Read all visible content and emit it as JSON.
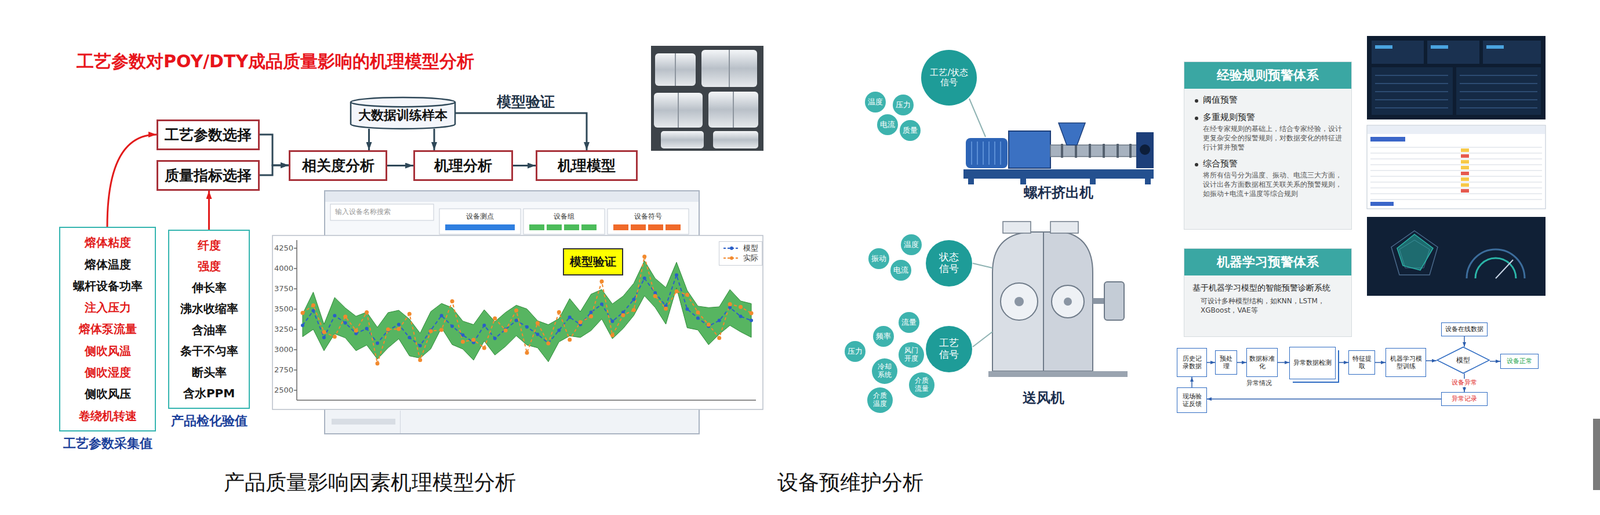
{
  "diagram": {
    "title": "工艺参数对POY/DTY成品质量影响的机理模型分析",
    "nodes": [
      {
        "text": [
          "工艺参数选择"
        ]
      },
      {
        "text": [
          "质量指标选择"
        ]
      },
      {
        "text": [
          "大数据训练样本"
        ]
      },
      {
        "text": [
          "相关度分析"
        ]
      },
      {
        "text": [
          "机理分析"
        ]
      },
      {
        "text": [
          "机理模型"
        ]
      },
      {
        "text": [
          "熔体粘度",
          "熔体温度",
          "螺杆设备功率",
          "注入压力",
          "熔体泵流量",
          "侧吹风温",
          "侧吹湿度",
          "侧吹风压",
          "卷绕机转速",
          "工艺参数采集值"
        ]
      },
      {
        "text": [
          "纤度",
          "强度",
          "伸长率",
          "沸水收缩率",
          "含油率",
          "条干不匀率",
          "断头率",
          "含水PPM",
          "产品检化验值"
        ]
      },
      {
        "text": [
          "模型验证"
        ]
      },
      {
        "text": [
          "工艺/状态信号"
        ]
      },
      {
        "text": [
          "温度"
        ]
      },
      {
        "text": [
          "压力"
        ]
      },
      {
        "text": [
          "电流"
        ]
      },
      {
        "text": [
          "质量"
        ]
      },
      {
        "text": [
          "状态信号"
        ]
      },
      {
        "text": [
          "温度"
        ]
      },
      {
        "text": [
          "振动"
        ]
      },
      {
        "text": [
          "电流"
        ]
      },
      {
        "text": [
          "工艺信号"
        ]
      },
      {
        "text": [
          "流量"
        ]
      },
      {
        "text": [
          "压力"
        ]
      },
      {
        "text": [
          "频率"
        ]
      },
      {
        "text": [
          "风门开度"
        ]
      },
      {
        "text": [
          "冷却系统"
        ]
      },
      {
        "text": [
          "介质温度"
        ]
      },
      {
        "text": [
          "介质流量"
        ]
      },
      {
        "text": [
          "经验规则预警体系",
          "阈值预警",
          "多重规则预警",
          "在经专家规则的基础上，结合专家经验，设计更复杂安全的报警规则，对数据变化的特征进行计算并预警",
          "综合预警",
          "将所有信号分为温度、振动、电流三大方面，设计出各方面数据相互关联关系的预警规则，如振动+电流+温度等综合规则"
        ]
      },
      {
        "text": [
          "机器学习预警体系",
          "基于机器学习模型的智能预警诊断系统",
          "可设计多种模型结构，如KNN，LSTM，XGBoost，VAE等"
        ]
      },
      {
        "text": [
          "历史记录数据"
        ]
      },
      {
        "text": [
          "预处理"
        ]
      },
      {
        "text": [
          "数据标准化"
        ]
      },
      {
        "text": [
          "异常数据检测"
        ]
      },
      {
        "text": [
          "特征提取"
        ]
      },
      {
        "text": [
          "机器学习模型训练"
        ]
      },
      {
        "text": [
          "设备在线数据"
        ]
      },
      {
        "text": [
          "模型"
        ]
      },
      {
        "text": [
          "设备正常"
        ]
      },
      {
        "text": [
          "异常记录"
        ]
      },
      {
        "text": [
          "现场验证反馈"
        ]
      }
    ],
    "edges": [
      {
        "from": 0,
        "to": 3,
        "arrow": "to"
      },
      {
        "from": 1,
        "to": 3,
        "arrow": "to"
      },
      {
        "from": 2,
        "to": 3,
        "arrow": "to"
      },
      {
        "from": 2,
        "to": 4,
        "arrow": "to"
      },
      {
        "from": 2,
        "to": 5,
        "label": "模型验证",
        "arrow": "to"
      },
      {
        "from": 3,
        "to": 4,
        "arrow": "to"
      },
      {
        "from": 4,
        "to": 5,
        "arrow": "to"
      },
      {
        "from": 6,
        "to": 0,
        "arrow": "to"
      },
      {
        "from": 7,
        "to": 1,
        "arrow": "to"
      },
      {
        "from": 28,
        "to": 29,
        "arrow": "to"
      },
      {
        "from": 29,
        "to": 30,
        "arrow": "to"
      },
      {
        "from": 30,
        "to": 31,
        "arrow": "to"
      },
      {
        "from": 31,
        "to": 32,
        "arrow": "to"
      },
      {
        "from": 32,
        "to": 33,
        "arrow": "to"
      },
      {
        "from": 33,
        "to": 35,
        "arrow": "to"
      },
      {
        "from": 34,
        "to": 35,
        "arrow": "to"
      },
      {
        "from": 35,
        "to": 36,
        "arrow": "to"
      },
      {
        "from": 35,
        "to": 37,
        "label": "设备异常",
        "arrow": "to"
      },
      {
        "from": 37,
        "to": 38,
        "arrow": "to"
      },
      {
        "from": 38,
        "to": 28,
        "arrow": "to"
      }
    ],
    "labels": [
      "4250",
      "4000",
      "3750",
      "3500",
      "3250",
      "3000",
      "2750",
      "2500",
      "输入设备名称搜索",
      "设备测点",
      "设备组",
      "设备符号",
      "螺杆挤出机",
      "送风机",
      "异常情况",
      "产品质量影响因素机理模型分析",
      "设备预维护分析"
    ],
    "legend": [
      {
        "text": "模型"
      },
      {
        "text": "实际"
      }
    ]
  }
}
